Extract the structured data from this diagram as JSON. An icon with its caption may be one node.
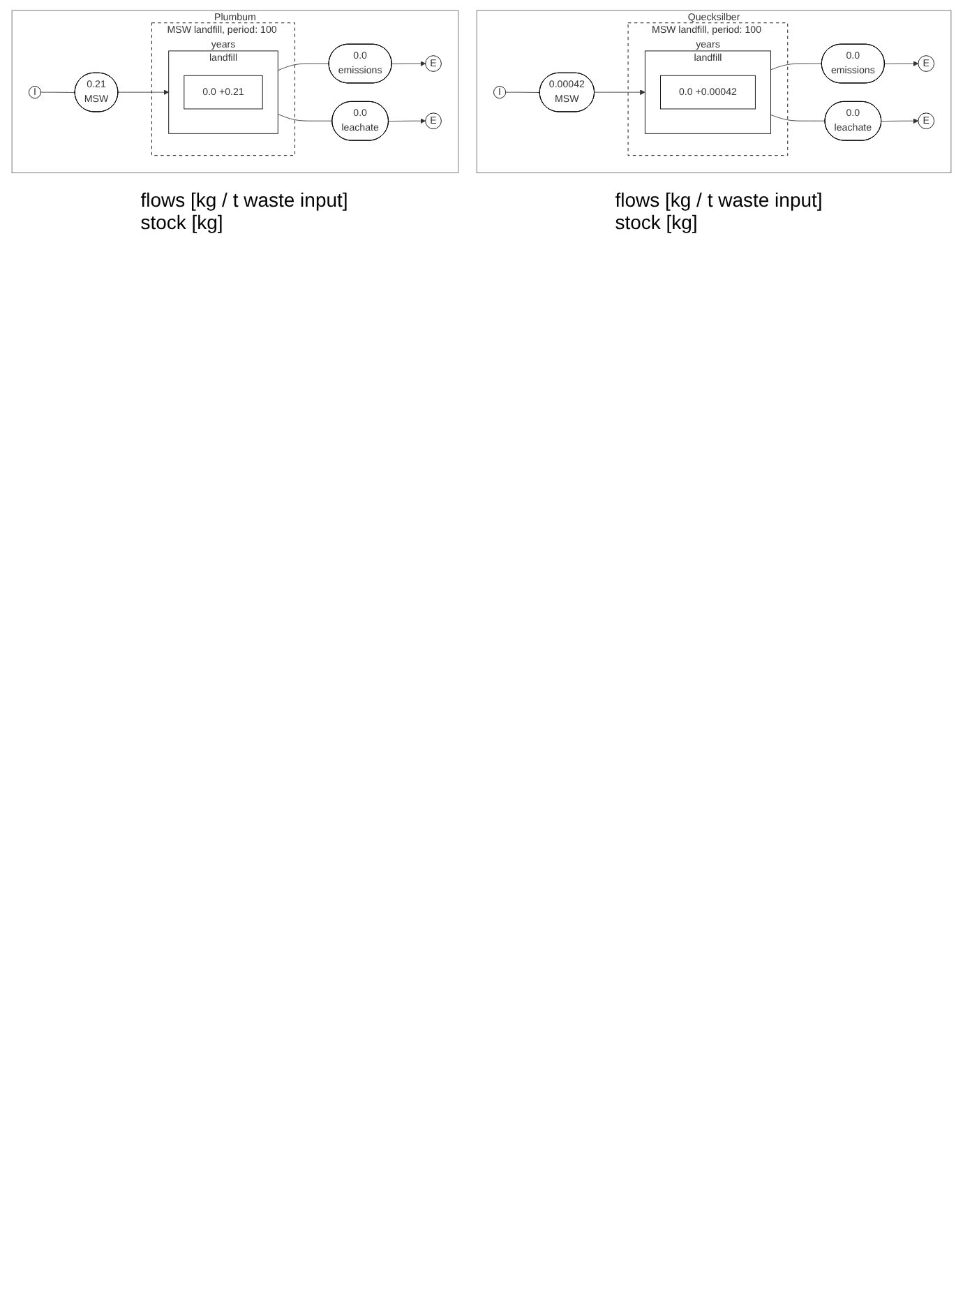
{
  "diagram": {
    "nodes": [
      {
        "text": [
          "Quecksilber"
        ]
      },
      {
        "text": [
          "MSW landfill, period: 100 years"
        ],
        "in": 0
      },
      {
        "text": [
          "landfill"
        ],
        "in": 1
      },
      {
        "text": [
          "0.0 +0.00042"
        ],
        "in": 2
      },
      {
        "text": [
          "I"
        ],
        "in": 0
      },
      {
        "text": [
          "0.00042",
          "MSW"
        ],
        "in": 0
      },
      {
        "text": [
          "0.0",
          "emissions"
        ],
        "in": 0
      },
      {
        "text": [
          "E"
        ],
        "in": 0
      },
      {
        "text": [
          "0.0",
          "leachate"
        ],
        "in": 0
      },
      {
        "text": [
          "E"
        ],
        "in": 0
      },
      {
        "text": [
          "Plumbum"
        ]
      },
      {
        "text": [
          "MSW landfill, period: 100 years"
        ],
        "in": 10
      },
      {
        "text": [
          "landfill"
        ],
        "in": 11
      },
      {
        "text": [
          "0.0 +0.21"
        ],
        "in": 12
      },
      {
        "text": [
          "I"
        ],
        "in": 10
      },
      {
        "text": [
          "0.21",
          "MSW"
        ],
        "in": 10
      },
      {
        "text": [
          "0.0",
          "emissions"
        ],
        "in": 10
      },
      {
        "text": [
          "E"
        ],
        "in": 10
      },
      {
        "text": [
          "0.0",
          "leachate"
        ],
        "in": 10
      },
      {
        "text": [
          "E"
        ],
        "in": 10
      }
    ],
    "edges": [
      {
        "from": 4,
        "to": 5,
        "arrow": "none"
      },
      {
        "from": 5,
        "to": 2,
        "arrow": "to"
      },
      {
        "from": 2,
        "to": 6,
        "arrow": "none"
      },
      {
        "from": 6,
        "to": 7,
        "arrow": "to"
      },
      {
        "from": 2,
        "to": 8,
        "arrow": "none"
      },
      {
        "from": 8,
        "to": 9,
        "arrow": "to"
      },
      {
        "from": 14,
        "to": 15,
        "arrow": "none"
      },
      {
        "from": 15,
        "to": 12,
        "arrow": "to"
      },
      {
        "from": 12,
        "to": 16,
        "arrow": "none"
      },
      {
        "from": 16,
        "to": 17,
        "arrow": "to"
      },
      {
        "from": 12,
        "to": 18,
        "arrow": "none"
      },
      {
        "from": 18,
        "to": 19,
        "arrow": "to"
      }
    ],
    "labels": [
      "flows [kg / t waste input]",
      "stock [kg]",
      "flows [kg / t waste input]",
      "stock [kg]"
    ]
  }
}
